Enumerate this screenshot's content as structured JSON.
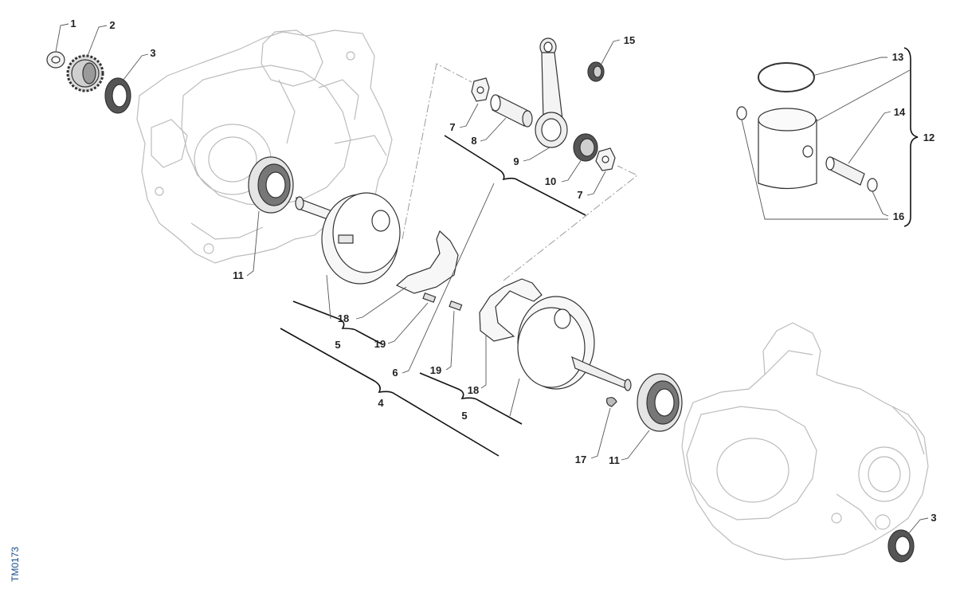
{
  "diagram": {
    "code": "TM0173",
    "callouts": {
      "c1": "1",
      "c2": "2",
      "c3a": "3",
      "c3b": "3",
      "c4": "4",
      "c5a": "5",
      "c5b": "5",
      "c6": "6",
      "c7a": "7",
      "c7b": "7",
      "c8": "8",
      "c9": "9",
      "c10": "10",
      "c11a": "11",
      "c11b": "11",
      "c12": "12",
      "c13": "13",
      "c14": "14",
      "c15": "15",
      "c16": "16",
      "c17": "17",
      "c18a": "18",
      "c18b": "18",
      "c19a": "19",
      "c19b": "19"
    }
  }
}
